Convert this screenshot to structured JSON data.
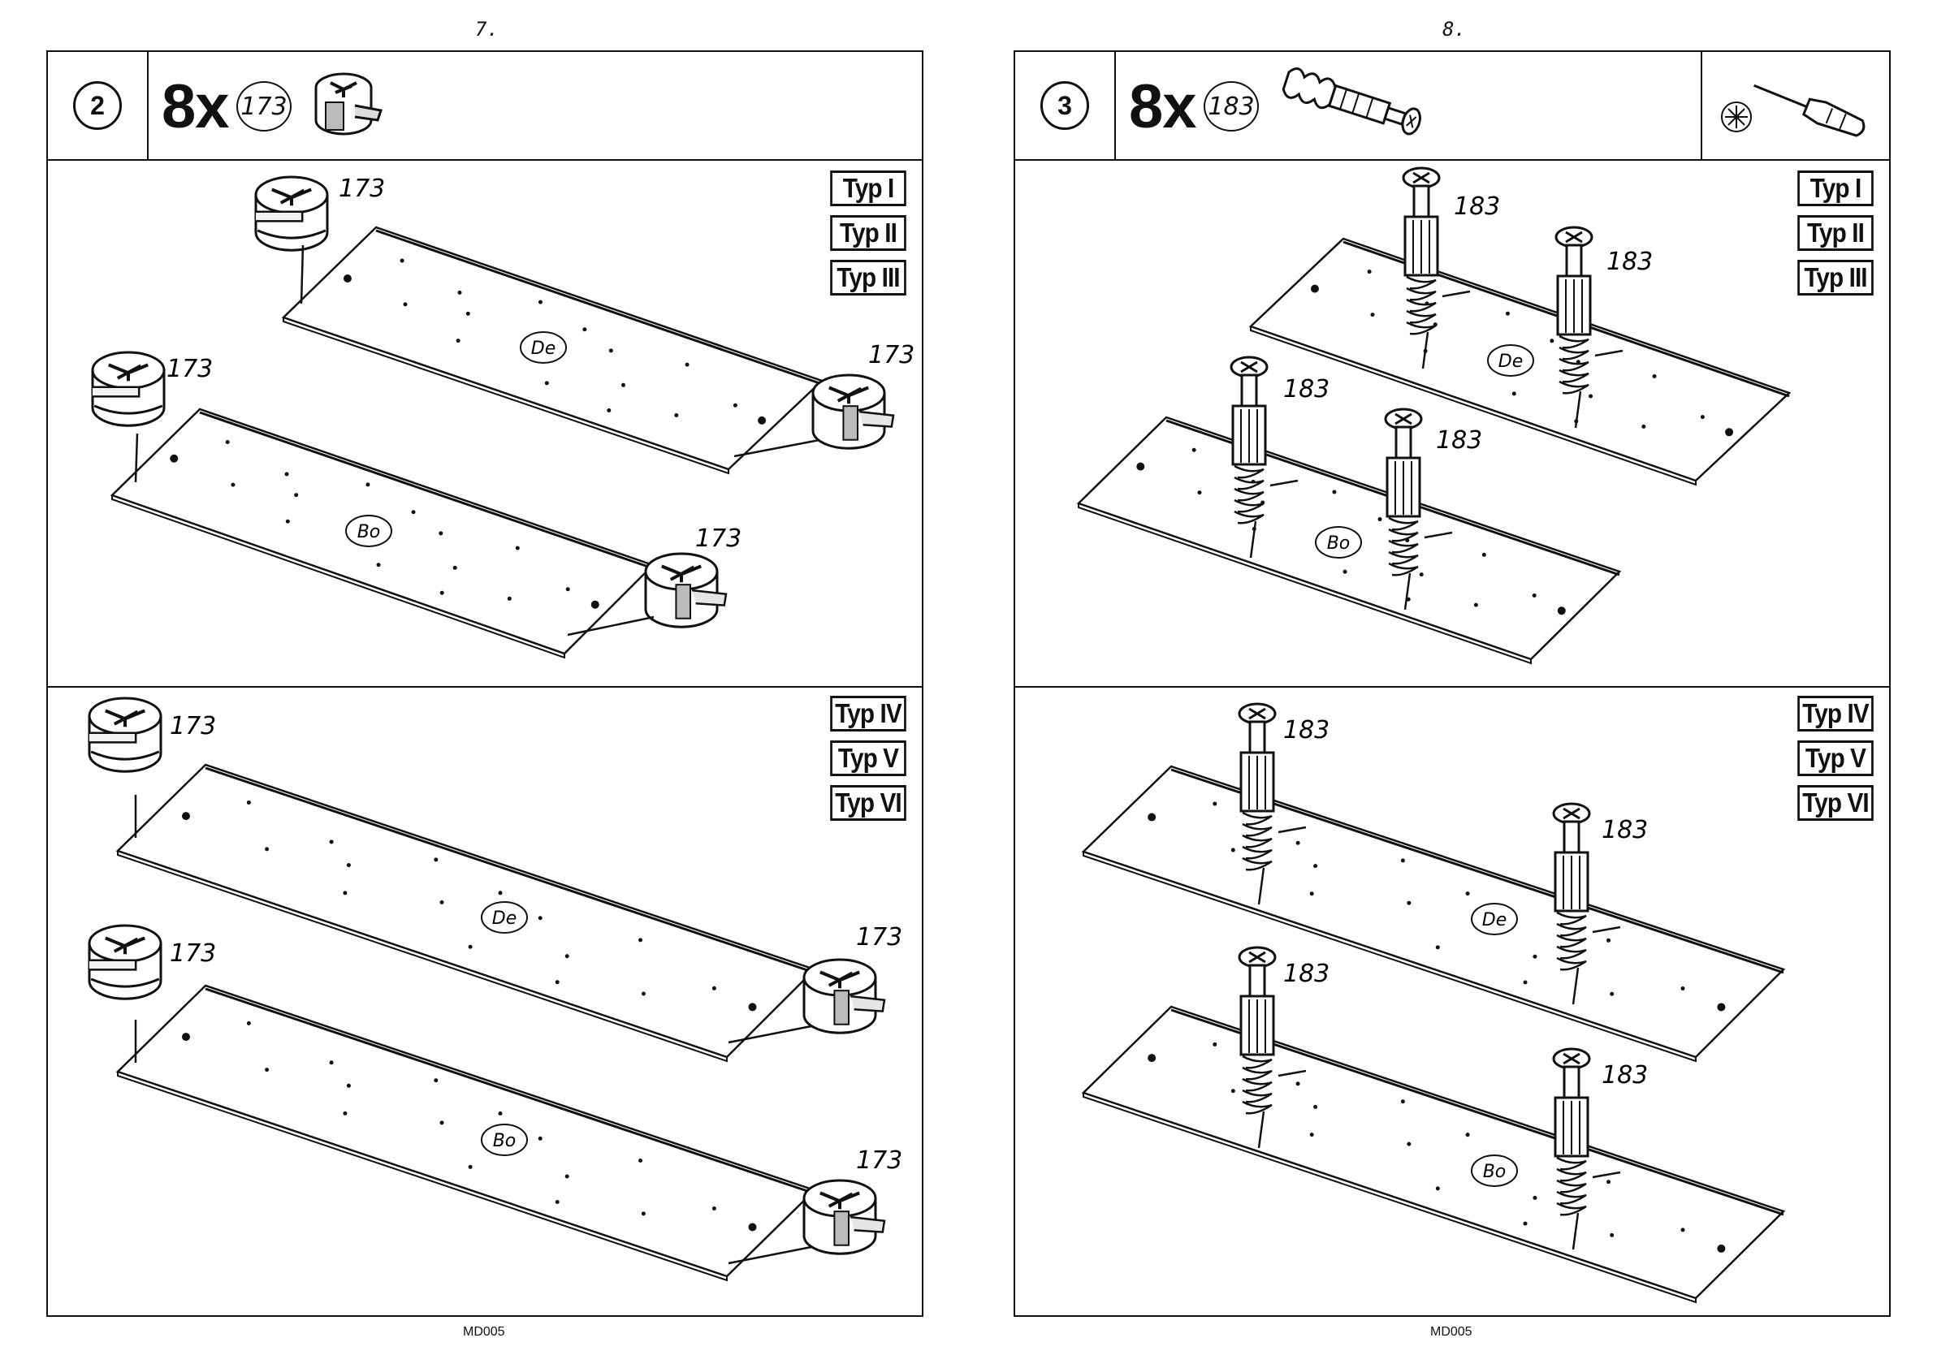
{
  "pages": [
    {
      "page_number": "7.",
      "footer_code": "MD005",
      "step": "2",
      "quantity": "8x",
      "part_number": "173",
      "part_icon": "cam-lock-fitting-icon",
      "sections": [
        {
          "types": [
            "Typ I",
            "Typ II",
            "Typ III"
          ],
          "panels": [
            {
              "label": "De",
              "part_labels": [
                "173",
                "173"
              ]
            },
            {
              "label": "Bo",
              "part_labels": [
                "173",
                "173"
              ]
            }
          ]
        },
        {
          "types": [
            "Typ IV",
            "Typ V",
            "Typ VI"
          ],
          "panels": [
            {
              "label": "De",
              "part_labels": [
                "173",
                "173"
              ]
            },
            {
              "label": "Bo",
              "part_labels": [
                "173",
                "173"
              ]
            }
          ]
        }
      ]
    },
    {
      "page_number": "8.",
      "footer_code": "MD005",
      "step": "3",
      "quantity": "8x",
      "part_number": "183",
      "part_icon": "cam-bolt-dowel-icon",
      "tool_icon": "phillips-screwdriver-icon",
      "sections": [
        {
          "types": [
            "Typ I",
            "Typ II",
            "Typ III"
          ],
          "panels": [
            {
              "label": "De",
              "part_labels": [
                "183",
                "183"
              ]
            },
            {
              "label": "Bo",
              "part_labels": [
                "183",
                "183"
              ]
            }
          ]
        },
        {
          "types": [
            "Typ IV",
            "Typ V",
            "Typ VI"
          ],
          "panels": [
            {
              "label": "De",
              "part_labels": [
                "183",
                "183"
              ]
            },
            {
              "label": "Bo",
              "part_labels": [
                "183",
                "183"
              ]
            }
          ]
        }
      ]
    }
  ]
}
